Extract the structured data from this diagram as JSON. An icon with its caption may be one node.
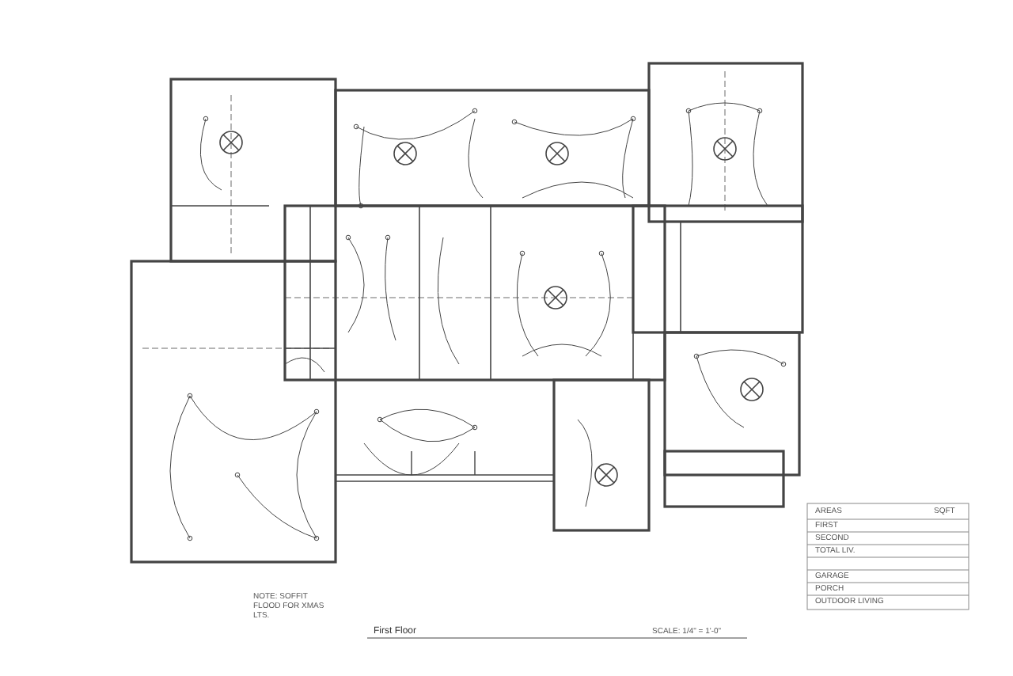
{
  "diagram": {
    "labels": [
      "NOTE: SOFFIT FLOOD FOR XMAS LTS.",
      "First Floor",
      "SCALE: 1/4\" = 1'-0\"",
      "AREAS",
      "SQFT",
      "FIRST",
      "SECOND",
      "TOTAL LIV.",
      "GARAGE",
      "PORCH",
      "OUTDOOR LIVING"
    ]
  }
}
